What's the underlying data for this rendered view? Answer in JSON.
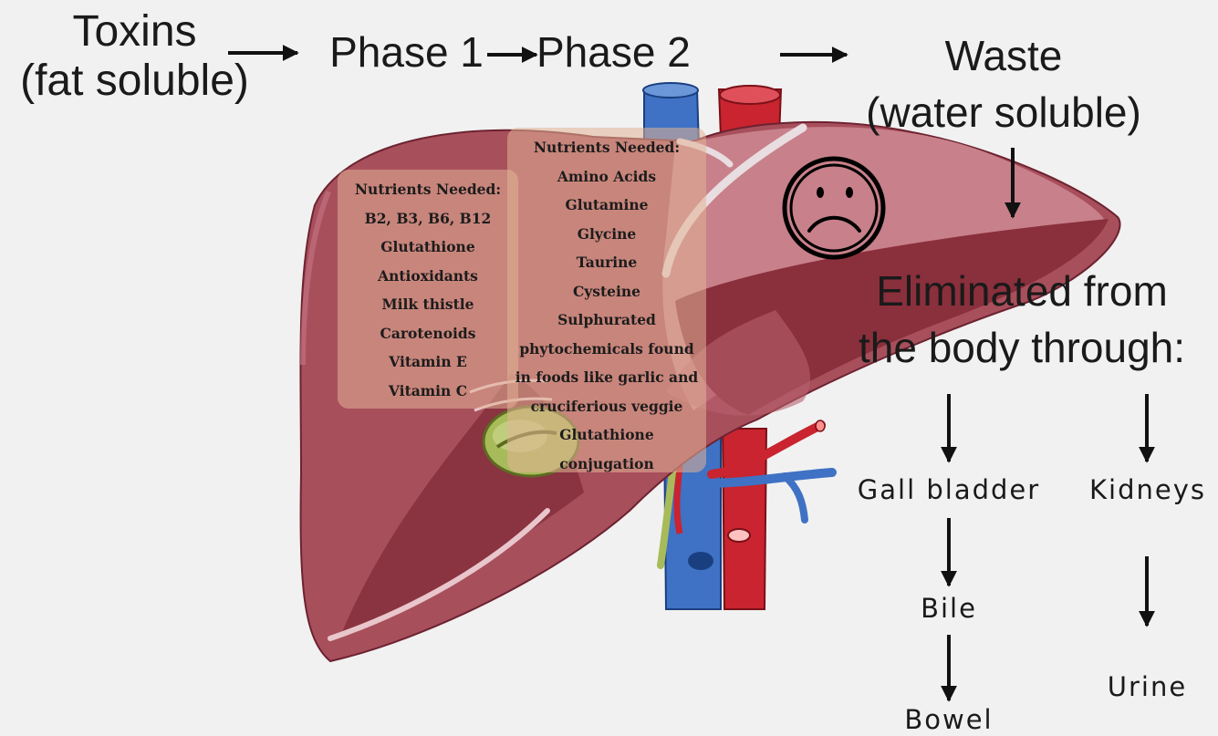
{
  "flow": {
    "toxins_line1": "Toxins",
    "toxins_line2": "(fat soluble)",
    "phase1": "Phase 1",
    "phase2": "Phase 2",
    "waste_line1": "Waste",
    "waste_line2": "(water soluble)"
  },
  "phase1_box": {
    "title": "Nutrients Needed:",
    "items": [
      "B2, B3, B6, B12",
      "Glutathione",
      "Antioxidants",
      "Milk thistle",
      "Carotenoids",
      "Vitamin E",
      "Vitamin C"
    ]
  },
  "phase2_box": {
    "title": "Nutrients Needed:",
    "items": [
      "Amino Acids",
      "Glutamine",
      "Glycine",
      "Taurine",
      "Cysteine",
      "Sulphurated",
      "phytochemicals found",
      "in foods like garlic and",
      "cruciferious veggie",
      "Glutathione",
      "conjugation"
    ]
  },
  "elimination": {
    "heading_line1": "Eliminated from",
    "heading_line2": "the body through:",
    "gall_bladder": "Gall bladder",
    "kidneys": "Kidneys",
    "bile": "Bile",
    "bowel": "Bowel",
    "urine": "Urine"
  },
  "colors": {
    "liver_main": "#a84f5c",
    "liver_dark": "#7e2a36",
    "liver_light": "#c8808a",
    "vein_blue": "#3f72c4",
    "artery_red": "#c9242f",
    "gallbladder": "#a8bb5a",
    "nutrient_box": "#e2b296"
  }
}
